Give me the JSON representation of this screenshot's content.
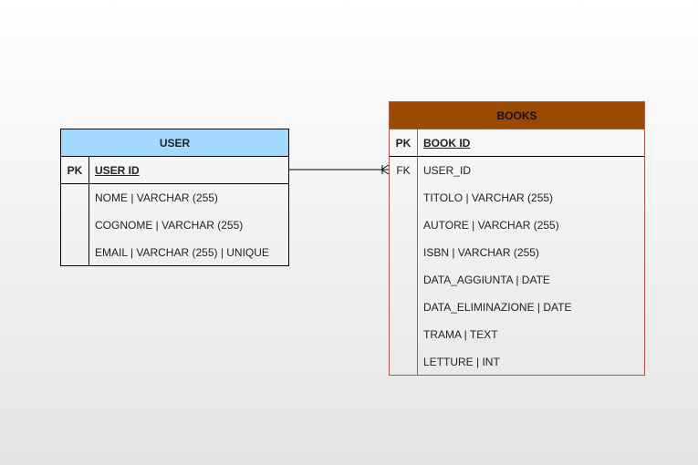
{
  "entities": {
    "user": {
      "title": "USER",
      "pk_label": "PK",
      "pk_field": "USER ID",
      "fields": [
        "NOME | VARCHAR (255)",
        "COGNOME | VARCHAR (255)",
        "EMAIL | VARCHAR (255) | UNIQUE"
      ]
    },
    "books": {
      "title": "BOOKS",
      "pk_label": "PK",
      "pk_field": "BOOK ID",
      "fk_label": "FK",
      "fk_field": "USER_ID",
      "fields": [
        "TITOLO | VARCHAR (255)",
        "AUTORE | VARCHAR (255)",
        "ISBN | VARCHAR (255)",
        "DATA_AGGIUNTA | DATE",
        "DATA_ELIMINAZIONE | DATE",
        "TRAMA | TEXT",
        "LETTURE | INT"
      ]
    }
  },
  "relationship": {
    "from": "USER ID",
    "to": "USER_ID",
    "cardinality_source": "one",
    "cardinality_target": "one-or-many"
  },
  "colors": {
    "user_header": "#a3d8ff",
    "user_border": "#000000",
    "books_header": "#9a4a00",
    "books_border": "#b85450",
    "connector": "#000000"
  }
}
